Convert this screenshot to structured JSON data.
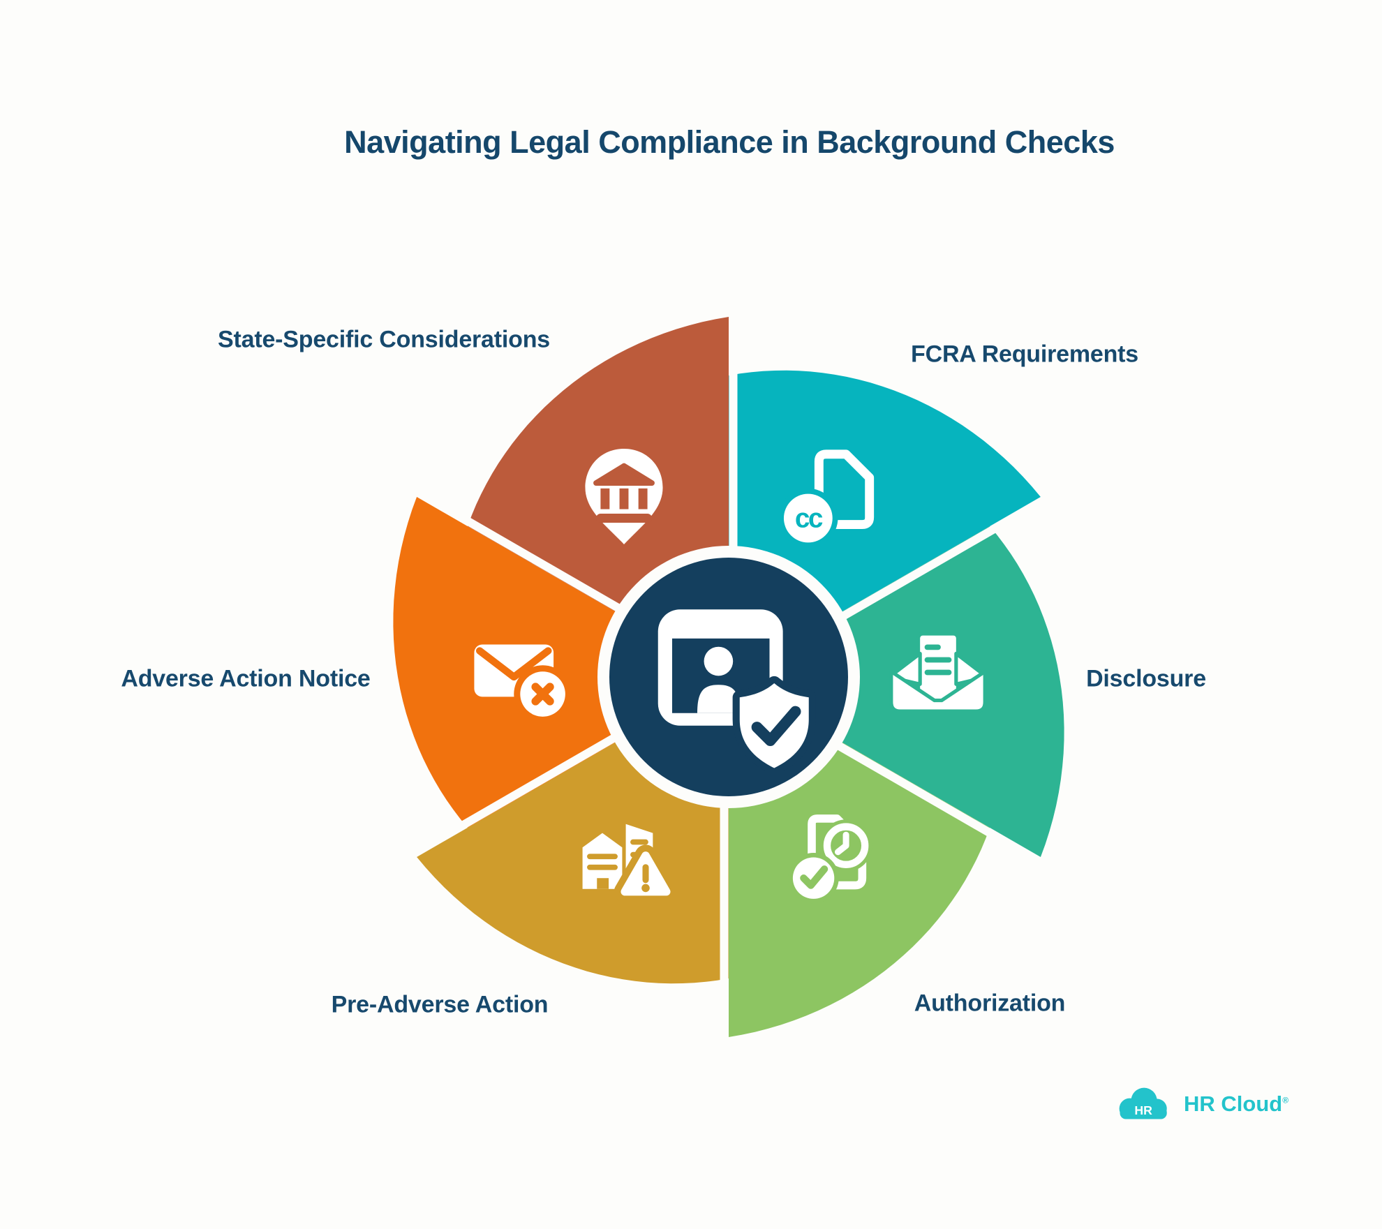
{
  "title": "Navigating Legal Compliance in Background Checks",
  "wheel": {
    "center_icon": "id-verification-shield-icon",
    "center_color": "#143f5e",
    "ring_color": "#fdfdfb",
    "segments": [
      {
        "label": "State-Specific Considerations",
        "color": "#bc5b3b",
        "icon": "bank-location-pin-icon",
        "tip_angle": -90
      },
      {
        "label": "FCRA Requirements",
        "color": "#06b4be",
        "icon": "document-copy-icon",
        "tip_angle": -30
      },
      {
        "label": "Disclosure",
        "color": "#2db493",
        "icon": "inbox-document-icon",
        "tip_angle": 30
      },
      {
        "label": "Authorization",
        "color": "#8dc562",
        "icon": "document-clock-check-icon",
        "tip_angle": 90
      },
      {
        "label": "Pre-Adverse Action",
        "color": "#cf9c2c",
        "icon": "buildings-warning-icon",
        "tip_angle": 150
      },
      {
        "label": "Adverse Action Notice",
        "color": "#f1720e",
        "icon": "mail-error-icon",
        "tip_angle": 210
      }
    ]
  },
  "icon_glyphs": {
    "cc": "cc"
  },
  "logo": {
    "badge_text": "HR",
    "brand_text": "HR Cloud",
    "registered_mark": "®",
    "color": "#23c3cb"
  },
  "colors": {
    "background": "#fdfdfb",
    "heading_text": "#15476b",
    "label_text": "#17496d",
    "center_navy": "#143f5e"
  }
}
